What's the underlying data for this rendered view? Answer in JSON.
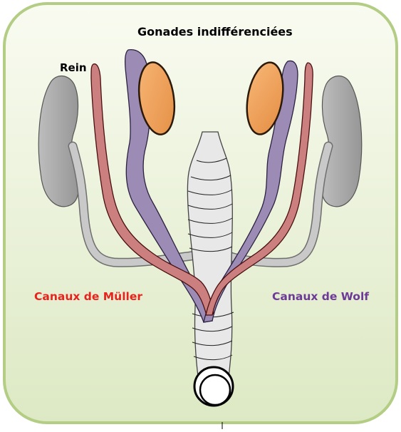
{
  "labels": {
    "gonades": "Gonades indifférenciées",
    "rein": "Rein",
    "muller": "Canaux de Müller",
    "wolf": "Canaux de Wolf"
  },
  "colors": {
    "background_panel": "#eaf2d6",
    "panel_border": "#b4cd85",
    "kidney": "#a8a8a8",
    "gonad": "#f0a35e",
    "wolffian_duct": "#9c8cb5",
    "mullerian_duct": "#cc7f7f",
    "sinus": "#e5e5e5",
    "muller_label": "#e8231d",
    "wolf_label": "#6d3a98"
  }
}
